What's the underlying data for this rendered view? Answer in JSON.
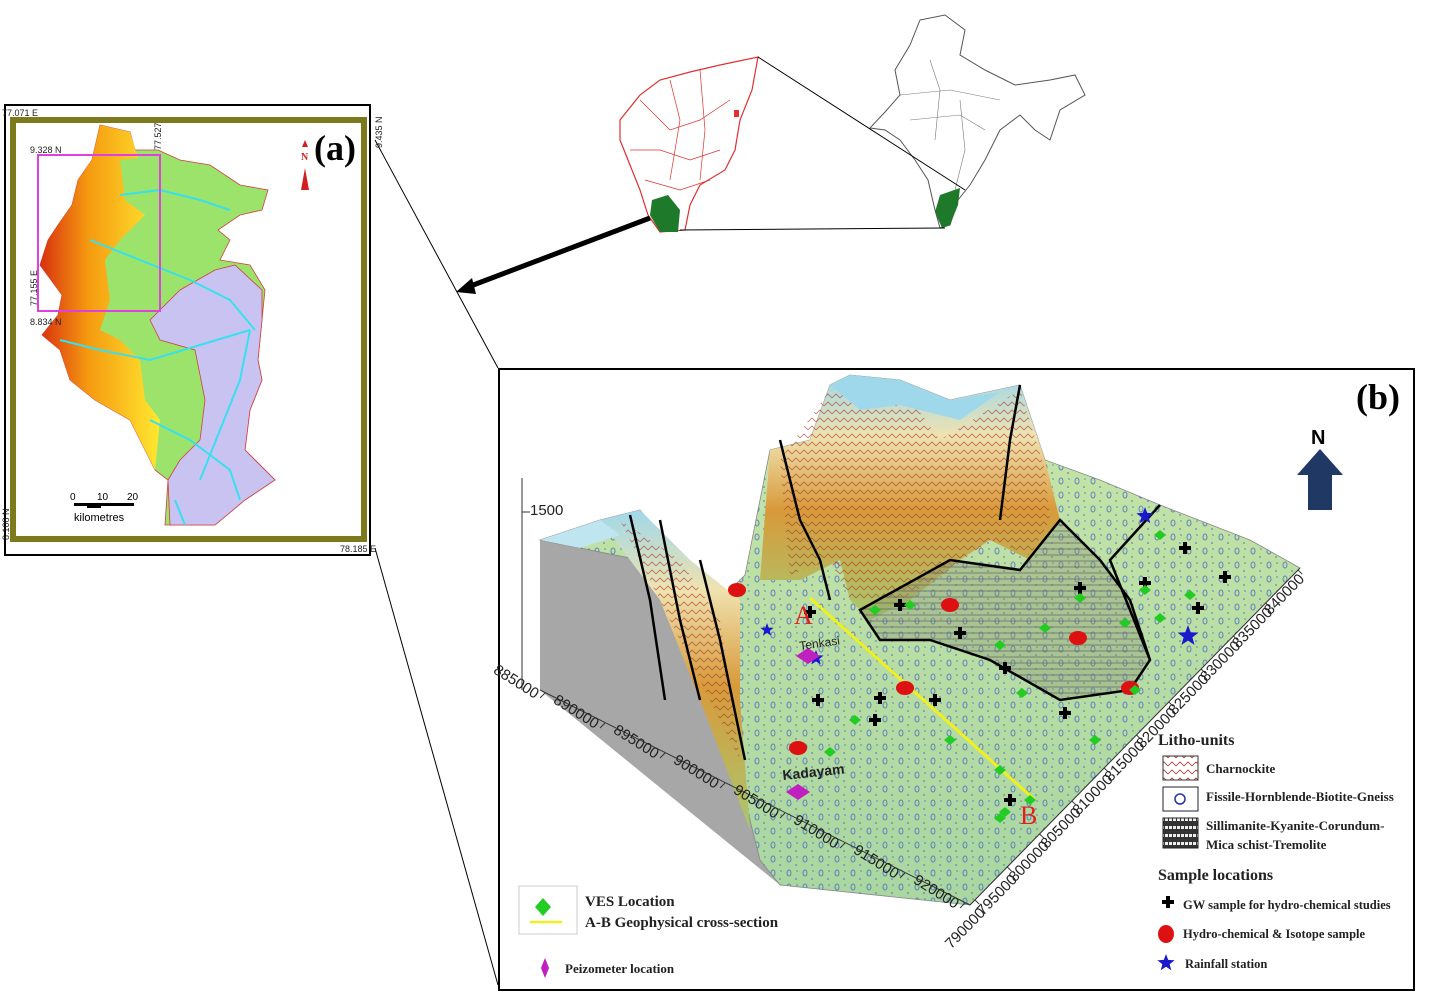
{
  "panel_a": {
    "label": "(a)",
    "coords": {
      "top_left_lon": "77.071 E",
      "top_right_lat": "9.435 N",
      "inset_top_lat": "9.328 N",
      "inset_lon_right": "77.527",
      "inset_left_lon": "77.155 E",
      "inset_bottom_lat": "8.834 N",
      "bottom_left_lat": "8.108 N",
      "bottom_right_lon": "78.185 E"
    },
    "north_label": "N",
    "scale": {
      "ticks": [
        "0",
        "10",
        "20"
      ],
      "unit": "kilometres"
    },
    "colors": {
      "frame": "#7d7a1e",
      "inset_box": "#e040e0",
      "hills": "#e8401a",
      "plains": "#9be36a",
      "lowland": "#c9c3f2",
      "rivers": "#38e0ee"
    }
  },
  "locator": {
    "colors": {
      "state_outline": "#e03030",
      "country_outline": "#555555",
      "study_area": "#1e7a2a"
    }
  },
  "panel_b": {
    "label": "(b)",
    "north_label": "N",
    "elevation_tick": "1500",
    "x_axis_ticks": [
      "885000",
      "890000",
      "895000",
      "900000",
      "905000",
      "910000",
      "915000",
      "920000"
    ],
    "y_axis_ticks": [
      "790000",
      "795000",
      "800000",
      "805000",
      "810000",
      "815000",
      "820000",
      "825000",
      "830000",
      "835000",
      "840000"
    ],
    "places": {
      "tenkasi": "Tenkasi",
      "kadayam": "Kadayam"
    },
    "section_start": "A",
    "section_end": "B",
    "legend_left": {
      "ves": "VES Location",
      "section": "A-B Geophysical cross-section",
      "piezometer": "Peizometer location"
    },
    "legend_right": {
      "litho_title": "Litho-units",
      "litho": [
        "Charnockite",
        "Fissile-Hornblende-Biotite-Gneiss",
        "Sillimanite-Kyanite-Corundum-",
        "Mica schist-Tremolite"
      ],
      "sample_title": "Sample locations",
      "samples": [
        "GW sample for hydro-chemical studies",
        "Hydro-chemical & Isotope sample",
        "Rainfall station"
      ]
    },
    "colors": {
      "ves": "#22cc22",
      "section": "#f0f020",
      "piezometer": "#c020c0",
      "isotope": "#dd1111",
      "rainfall": "#1a1acc",
      "north_arrow": "#1f3864"
    }
  }
}
